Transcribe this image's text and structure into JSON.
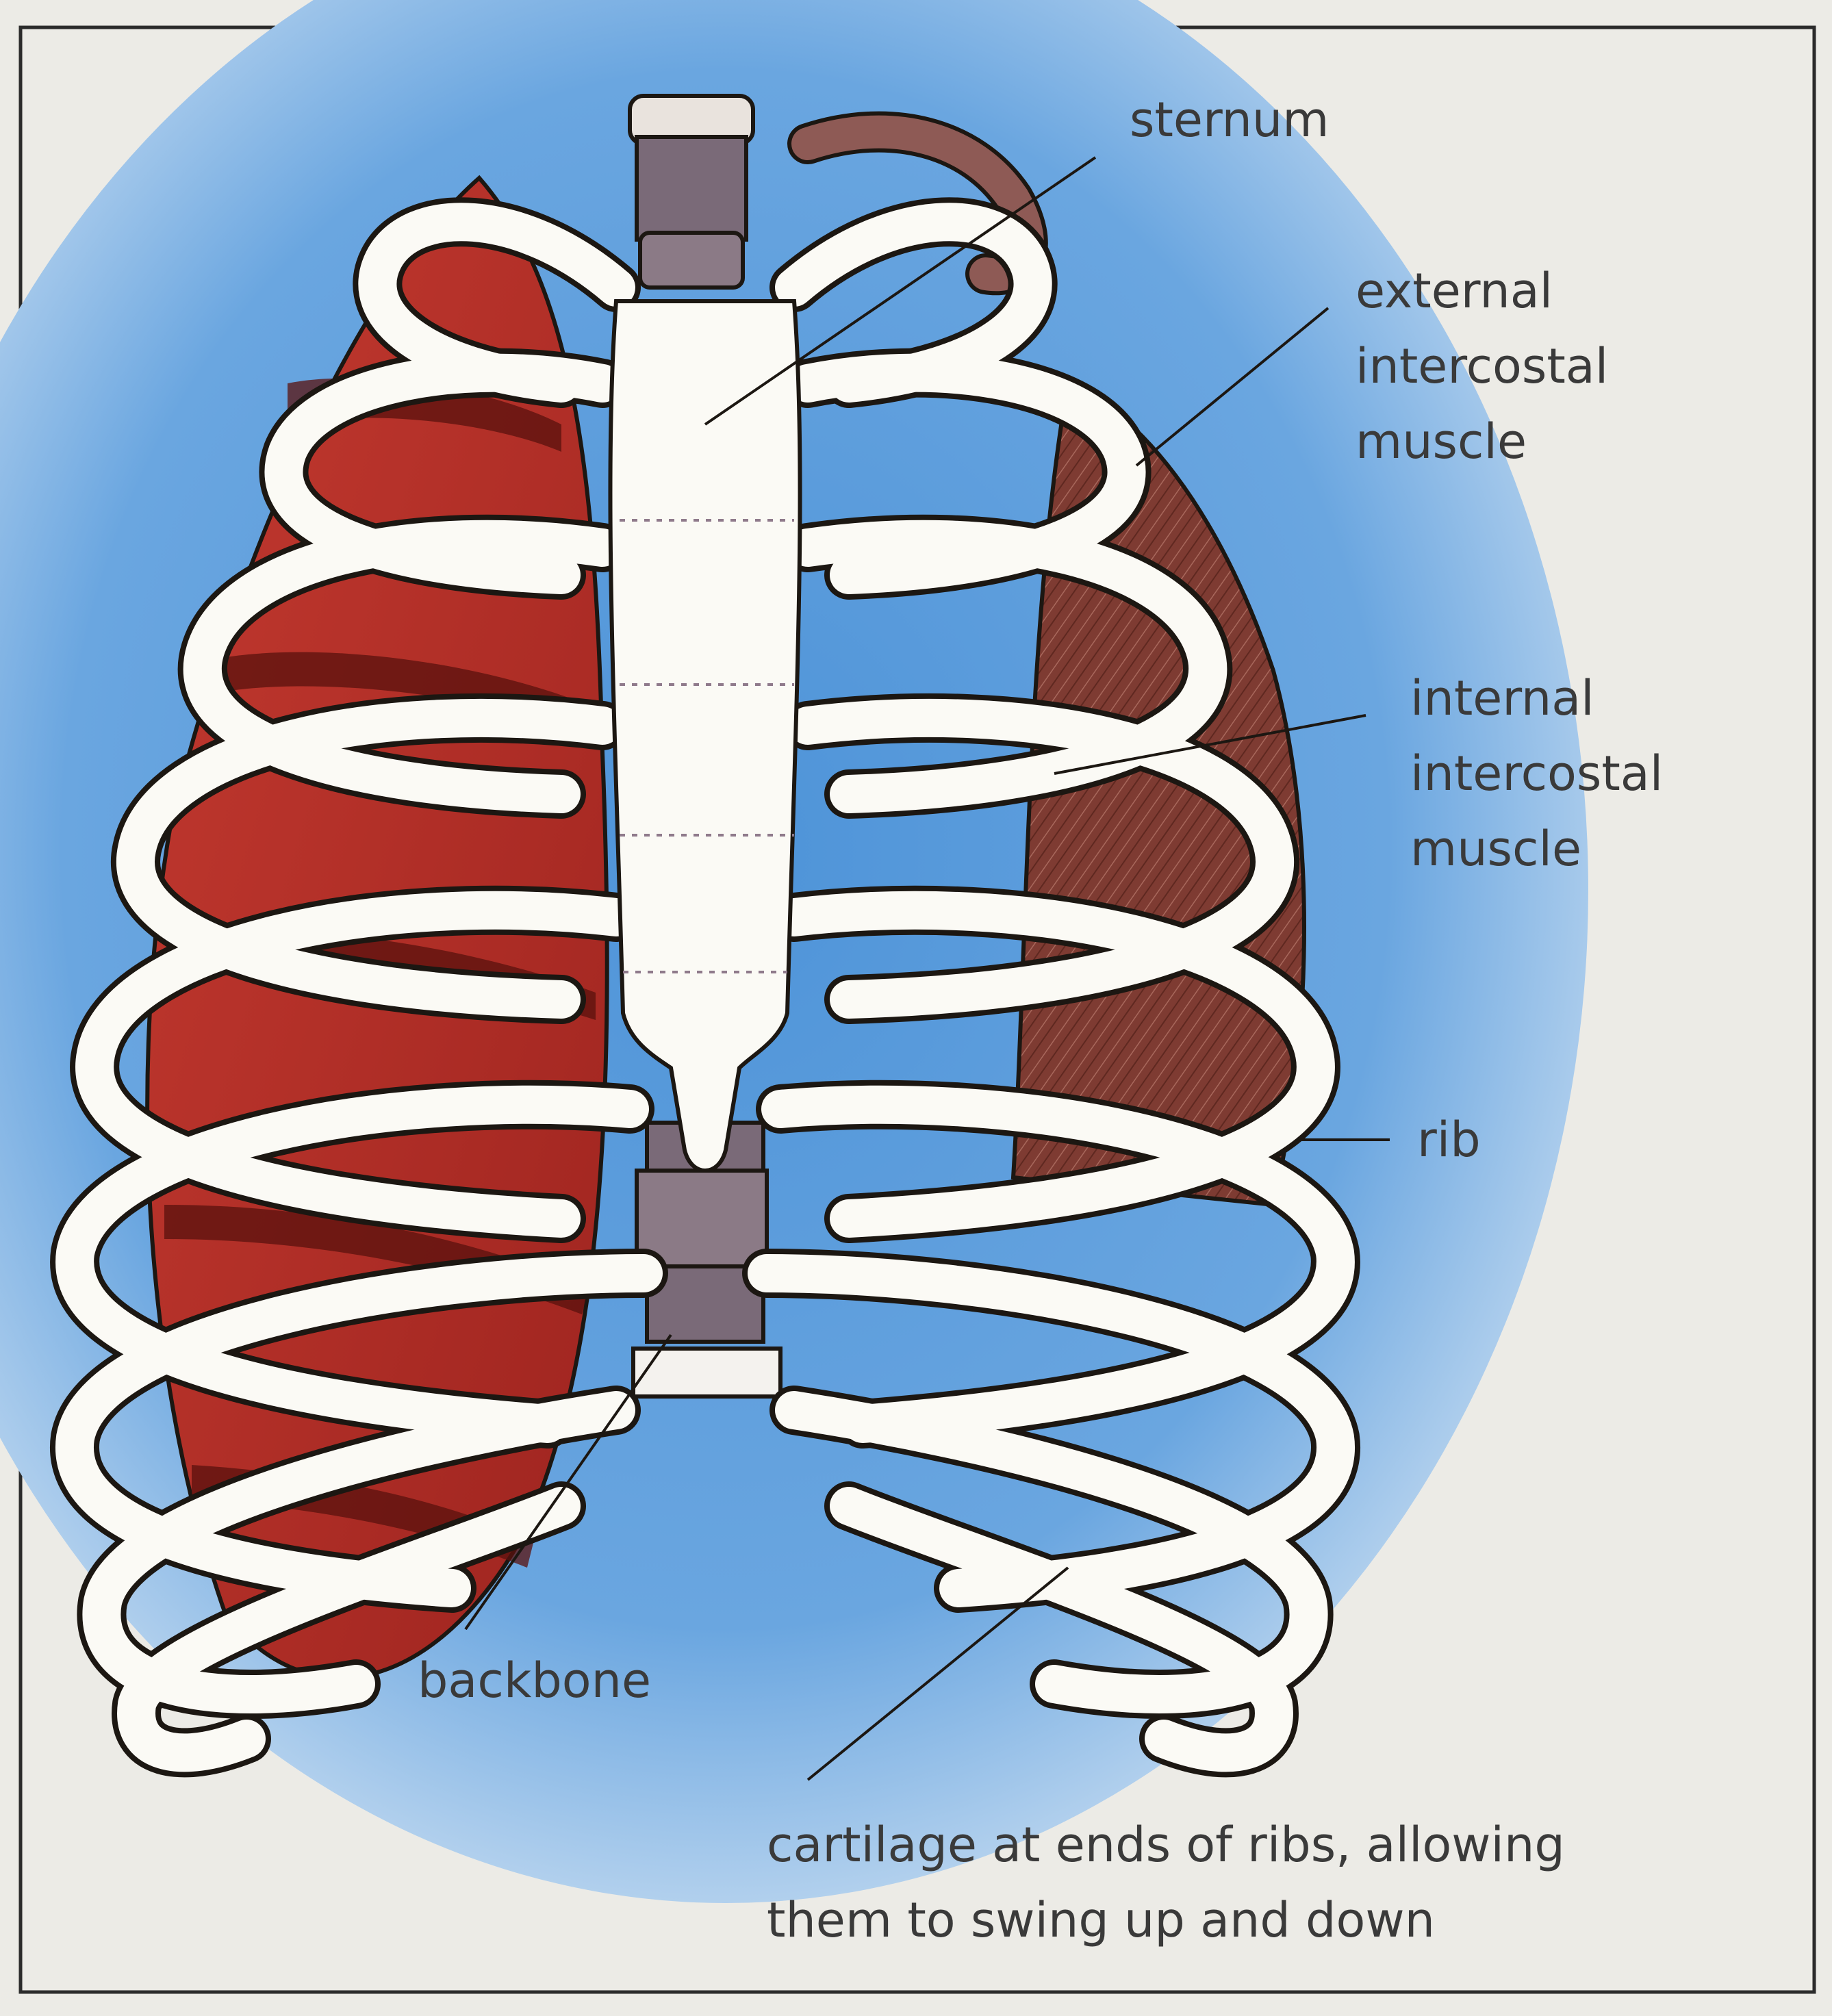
{
  "labels": {
    "sternum": "sternum",
    "external_intercostal_muscle": "external\nintercostal\nmuscle",
    "internal_intercostal_muscle": "internal\nintercostal\nmuscle",
    "rib": "rib",
    "backbone": "backbone",
    "cartilage": "cartilage at ends of ribs, allowing\nthem to swing up and down"
  },
  "colors": {
    "page": "#ecebe6",
    "frame": "#2b2b2b",
    "sky": "#4d93d8",
    "bone": "#fbfaf5",
    "outline": "#1c1712",
    "lung": "#b7302a",
    "lung_dark": "#6e1512",
    "muscle": "#7e3b32",
    "spine": "#7a6a78",
    "label_text": "#3a3a3a"
  }
}
